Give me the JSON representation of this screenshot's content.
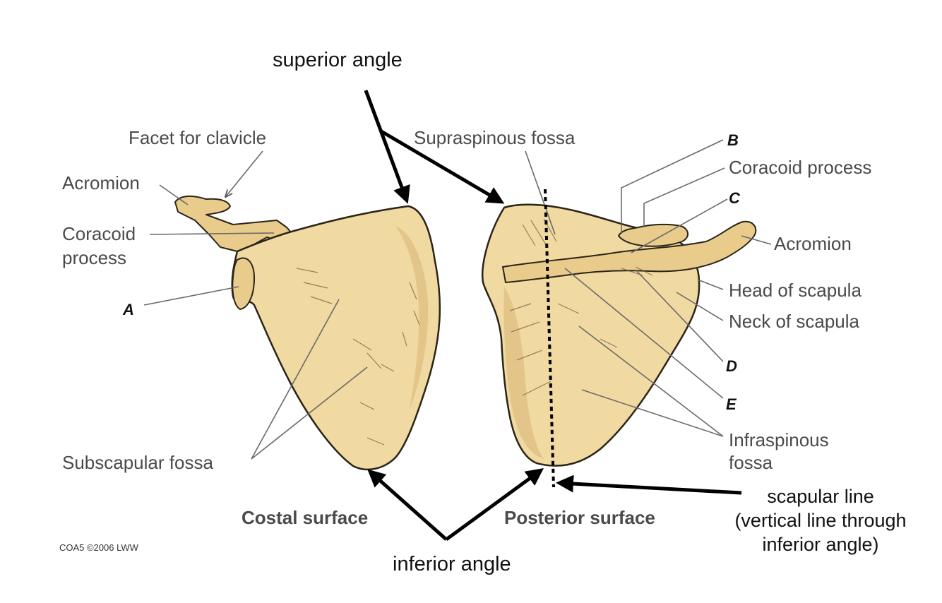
{
  "title": "superior angle",
  "bottom_title": "inferior angle",
  "costal": {
    "caption": "Costal surface",
    "labels": {
      "facet": "Facet for clavicle",
      "acromion": "Acromion",
      "coracoid_1": "Coracoid",
      "coracoid_2": "process",
      "letter_a": "A",
      "subscapular": "Subscapular fossa"
    }
  },
  "posterior": {
    "caption": "Posterior surface",
    "labels": {
      "supraspinous": "Supraspinous fossa",
      "letter_b": "B",
      "coracoid": "Coracoid process",
      "letter_c": "C",
      "acromion": "Acromion",
      "head": "Head of scapula",
      "neck": "Neck of scapula",
      "letter_d": "D",
      "letter_e": "E",
      "infraspinous_1": "Infraspinous",
      "infraspinous_2": "fossa"
    }
  },
  "scapular_line": {
    "line1": "scapular line",
    "line2": "(vertical line through",
    "line3": "inferior angle)"
  },
  "copyright": "COA5 ©2006 LWW",
  "colors": {
    "bone": "#f1d9a2",
    "outline": "#2a2418",
    "leader": "#6a6a6a",
    "arrow": "#000000"
  }
}
